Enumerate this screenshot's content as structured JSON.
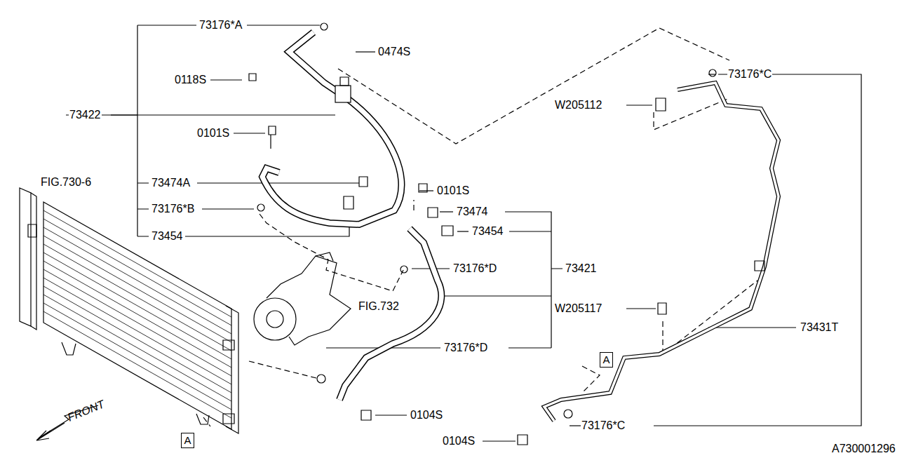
{
  "diagram": {
    "nodes": [
      {
        "text": [
          "A"
        ]
      },
      {
        "text": [
          "A"
        ]
      }
    ],
    "labels": [
      "73176*A",
      "0474S",
      "0118S",
      "73422",
      "0101S",
      "73474A",
      "FIG.730-6",
      "73176*B",
      "73454",
      "0101S",
      "73474",
      "73454",
      "73176*D",
      "73421",
      "FIG.732",
      "73176*D",
      "0104S",
      "73176*C",
      "W205112",
      "W205117",
      "73431T",
      "73176*C",
      "0104S",
      "FRONT",
      "A730001296"
    ]
  }
}
